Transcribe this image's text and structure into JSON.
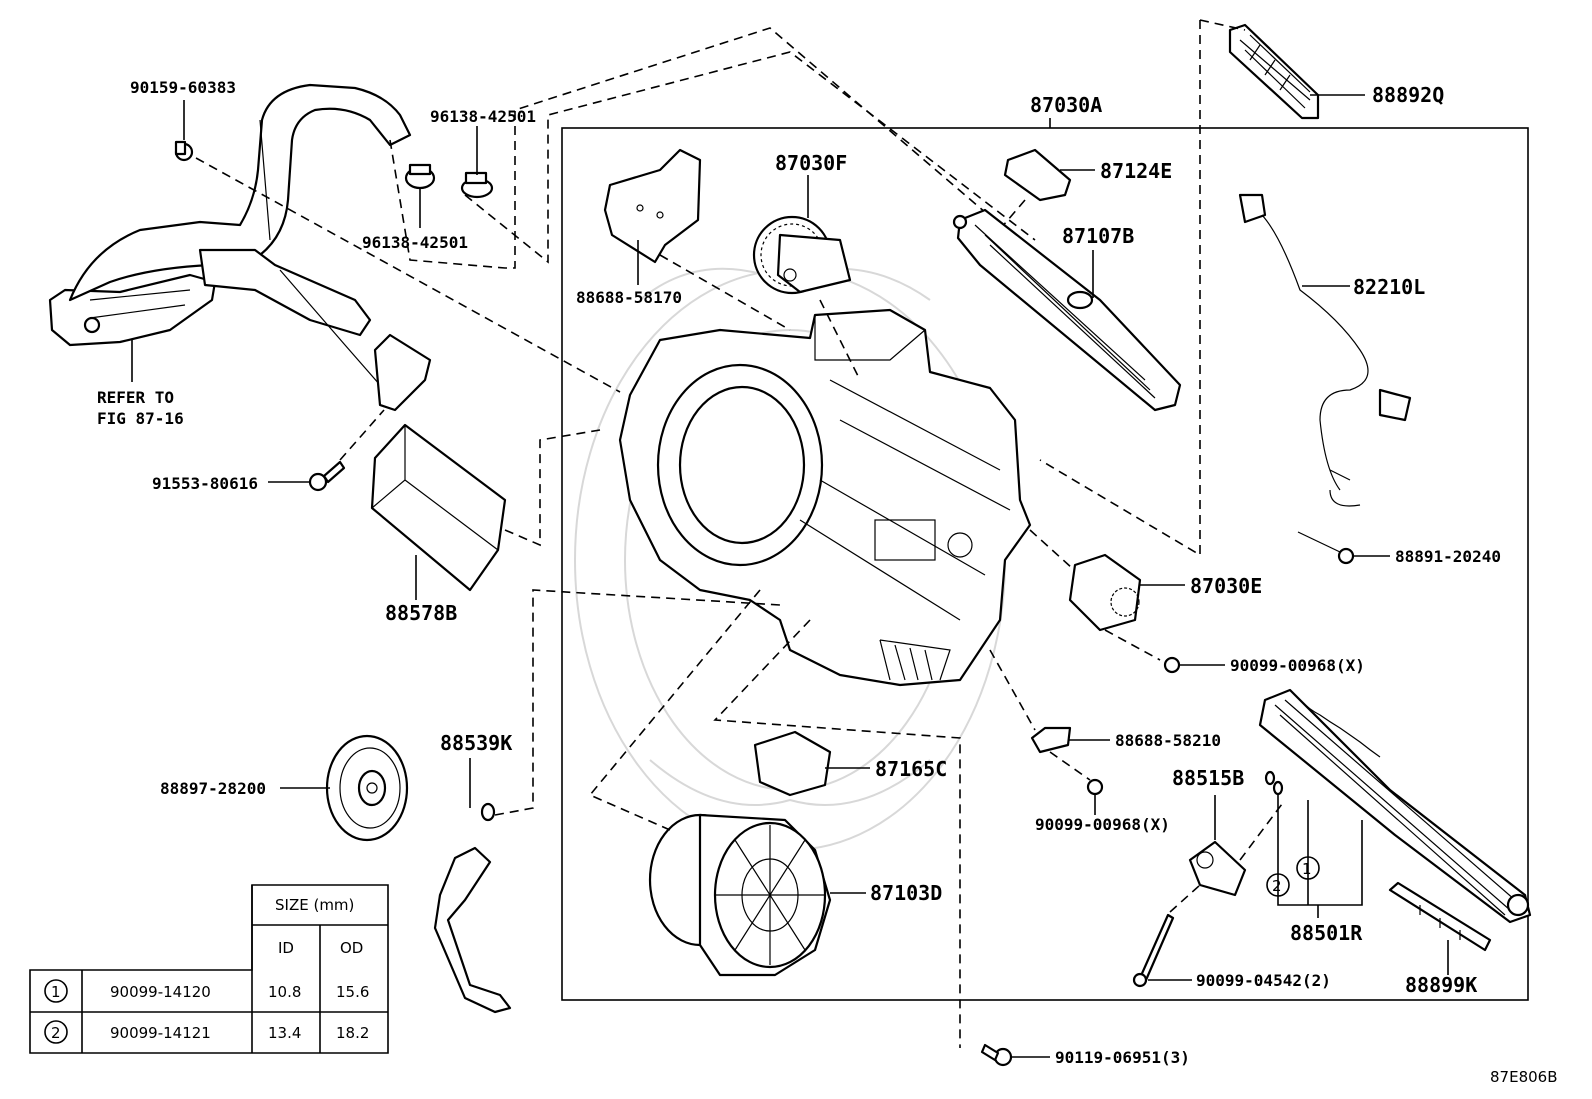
{
  "callouts": {
    "c90159_60383": "90159-60383",
    "c96138_42501_top": "96138-42501",
    "c96138_42501_bot": "96138-42501",
    "c87030A": "87030A",
    "c88892Q": "88892Q",
    "c87124E": "87124E",
    "c87030F": "87030F",
    "c87107B": "87107B",
    "c82210L": "82210L",
    "c88688_58170": "88688-58170",
    "refer_line1": "REFER TO",
    "refer_line2": "FIG 87-16",
    "c91553_80616": "91553-80616",
    "c88578B": "88578B",
    "c88891_20240": "88891-20240",
    "c87030E": "87030E",
    "c90099_00968_a": "90099-00968(X)",
    "c88688_58210": "88688-58210",
    "c88539K": "88539K",
    "c88515B": "88515B",
    "c88897_28200": "88897-28200",
    "c87165C": "87165C",
    "c90099_00968_b": "90099-00968(X)",
    "c87103D": "87103D",
    "c88501R": "88501R",
    "c90099_04542": "90099-04542(2)",
    "c88899K": "88899K",
    "c90119_06951": "90119-06951(3)",
    "marker1": "1",
    "marker2": "2",
    "figure_code": "87E806B"
  },
  "size_table": {
    "header": "SIZE (mm)",
    "col_id": "ID",
    "col_od": "OD",
    "rows": [
      {
        "mark": "1",
        "part": "90099-14120",
        "id": "10.8",
        "od": "15.6"
      },
      {
        "mark": "2",
        "part": "90099-14121",
        "id": "13.4",
        "od": "18.2"
      }
    ]
  }
}
